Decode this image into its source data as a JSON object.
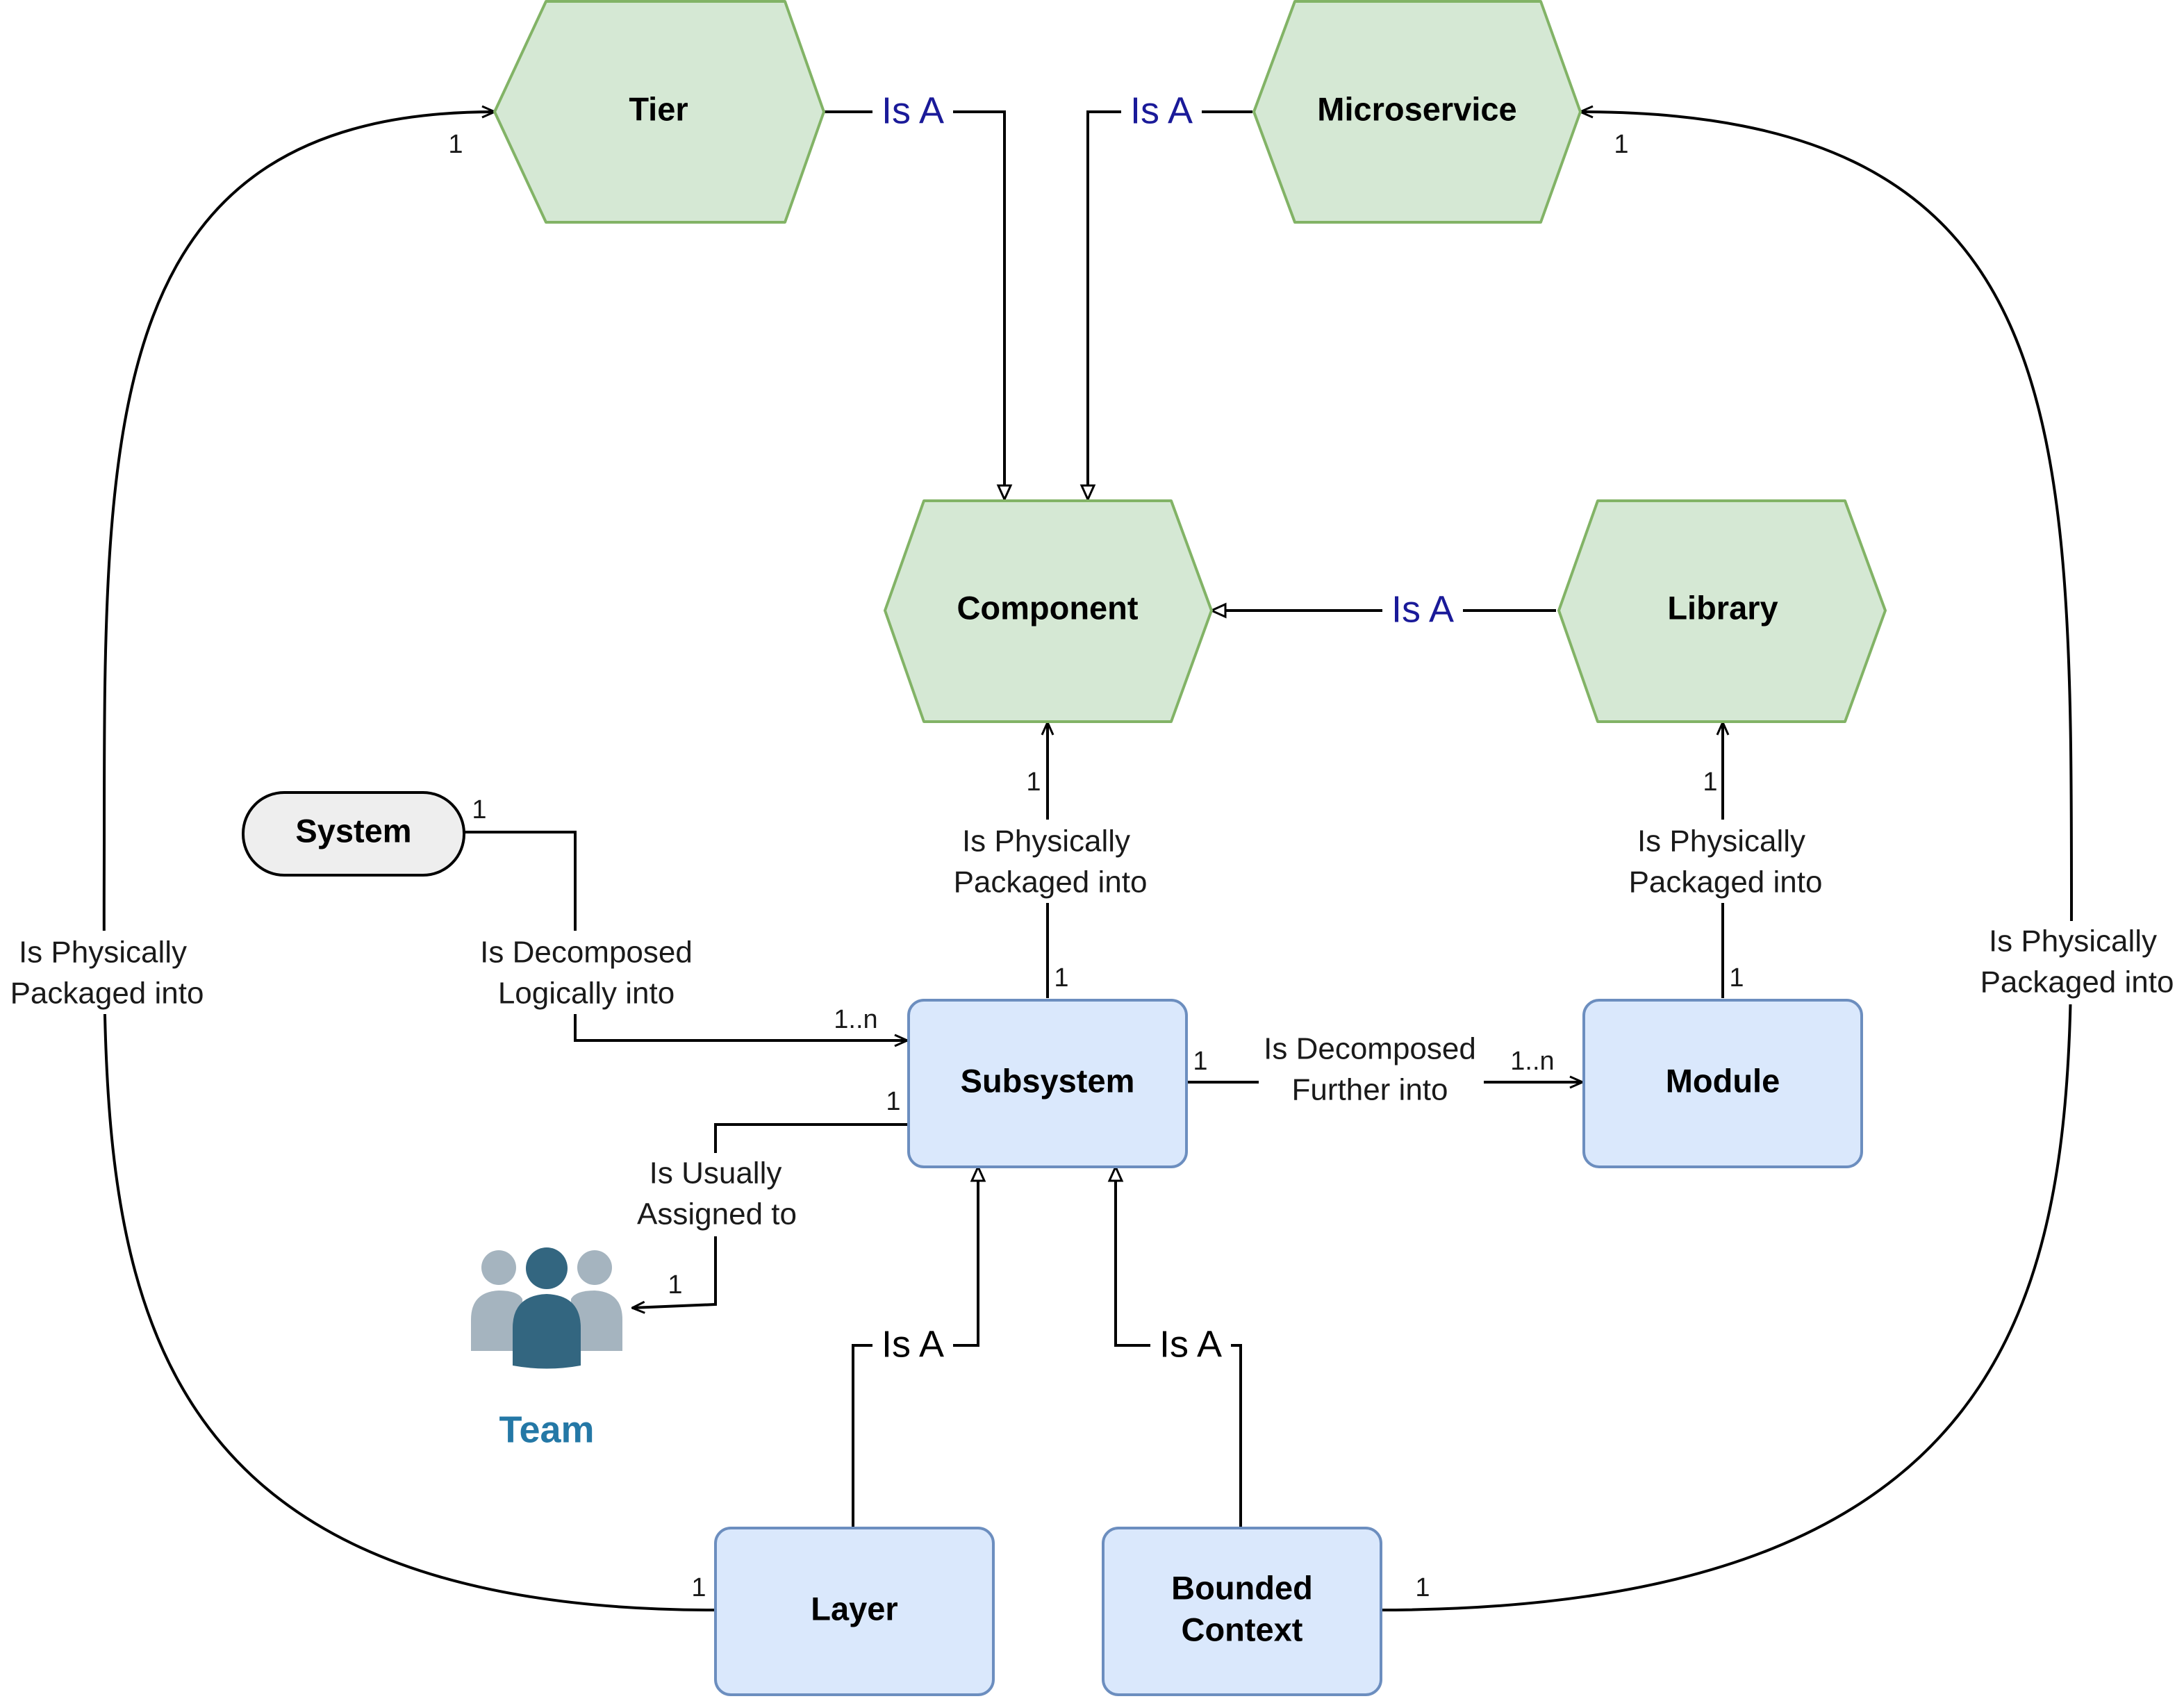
{
  "colors": {
    "hexagon_fill": "#d5e8d4",
    "hexagon_stroke": "#82b366",
    "box_fill": "#dae8fc",
    "box_stroke": "#6c8ebf",
    "system_fill": "#eeeeee",
    "system_stroke": "#000000",
    "isa_text": "#1a1a99",
    "team_text": "#2478a6",
    "team_icon_primary": "#336680",
    "team_icon_secondary": "#a5b4bf"
  },
  "nodes": {
    "tier": "Tier",
    "microservice": "Microservice",
    "component": "Component",
    "library": "Library",
    "system": "System",
    "subsystem": "Subsystem",
    "module": "Module",
    "layer": "Layer",
    "bounded_context_line1": "Bounded",
    "bounded_context_line2": "Context",
    "team": "Team"
  },
  "team_icon": "people-group-icon",
  "relations": {
    "is_a": "Is A",
    "packaged_line1": "Is Physically",
    "packaged_line2": "Packaged into",
    "decomposed_logically_line1": "Is Decomposed",
    "decomposed_logically_line2": "Logically into",
    "decomposed_further_line1": "Is Decomposed",
    "decomposed_further_line2": "Further into",
    "assigned_line1": "Is Usually",
    "assigned_line2": "Assigned to"
  },
  "multiplicity": {
    "one": "1",
    "one_to_n": "1..n"
  }
}
